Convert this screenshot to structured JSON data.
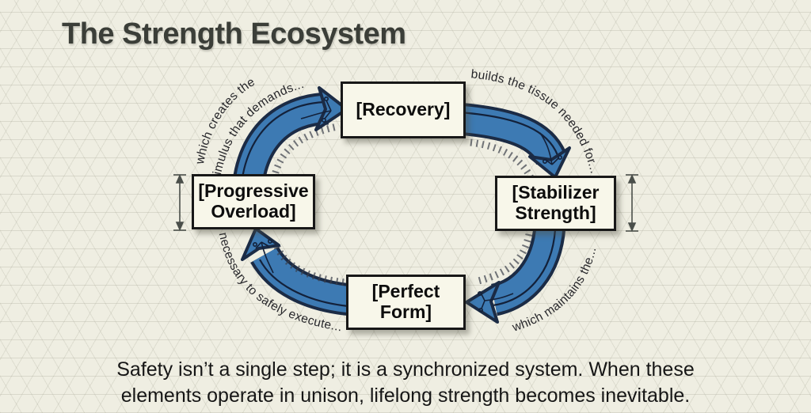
{
  "title": "The Strength Ecosystem",
  "nodes": {
    "recovery": {
      "label": "[Recovery]"
    },
    "stabilizer_strength": {
      "label": "[Stabilizer Strength]"
    },
    "perfect_form": {
      "label": "[Perfect Form]"
    },
    "progressive_overload": {
      "label": "[Progressive Overload]"
    }
  },
  "edges": {
    "overload_to_recovery": {
      "from": "[Progressive Overload]",
      "to": "[Recovery]",
      "label_line1": "which creates the",
      "label_line2": "stimulus that demands..."
    },
    "recovery_to_stabilizer": {
      "from": "[Recovery]",
      "to": "[Stabilizer Strength]",
      "label": "builds the tissue needed for..."
    },
    "stabilizer_to_perfect": {
      "from": "[Stabilizer Strength]",
      "to": "[Perfect Form]",
      "label": "which maintains the..."
    },
    "perfect_to_overload": {
      "from": "[Perfect Form]",
      "to": "[Progressive Overload]",
      "label": "necessary to safely execute..."
    }
  },
  "caption": {
    "line1": "Safety isn’t a single step; it is a synchronized system. When these",
    "line2": "elements operate in unison, lifelong strength becomes inevitable."
  },
  "colors": {
    "background": "#efeee2",
    "arrow_fill": "#3d7ab3",
    "arrow_outline": "#1b2b45",
    "node_background": "#f8f7ea",
    "text": "#161616"
  }
}
